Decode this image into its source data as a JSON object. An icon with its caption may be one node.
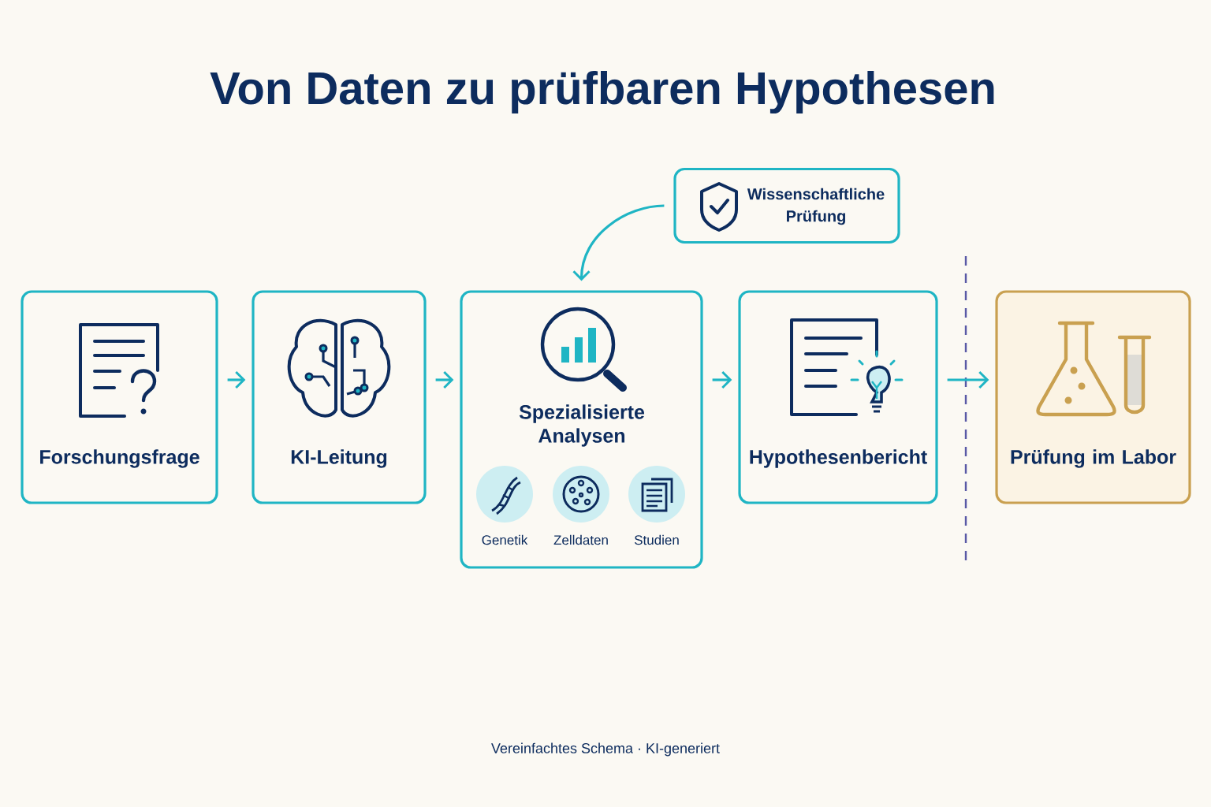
{
  "diagram": {
    "title": "Von Daten zu prüfbaren Hypothesen",
    "caption": "Vereinfachtes Schema · KI-generiert",
    "nodes": [
      {
        "text": [
          "Forschungsfrage"
        ]
      },
      {
        "text": [
          "KI-Leitung"
        ]
      },
      {
        "text": [
          "Wissenschaftliche Prüfung"
        ]
      },
      {
        "text": [
          "Spezialisierte Analysen"
        ]
      },
      {
        "text": [
          "Genetik"
        ],
        "in": 3
      },
      {
        "text": [
          "Zelldaten"
        ],
        "in": 3
      },
      {
        "text": [
          "Studien"
        ],
        "in": 3
      },
      {
        "text": [
          "Hypothesenbericht"
        ]
      },
      {
        "text": [
          "Prüfung im Labor"
        ]
      }
    ],
    "edges": [
      {
        "from": 0,
        "to": 1,
        "arrow": "to"
      },
      {
        "from": 1,
        "to": 3,
        "arrow": "to"
      },
      {
        "from": 2,
        "to": 3,
        "arrow": "to"
      },
      {
        "from": 3,
        "to": 7,
        "arrow": "to"
      },
      {
        "from": 7,
        "to": 8,
        "arrow": "to"
      }
    ]
  }
}
